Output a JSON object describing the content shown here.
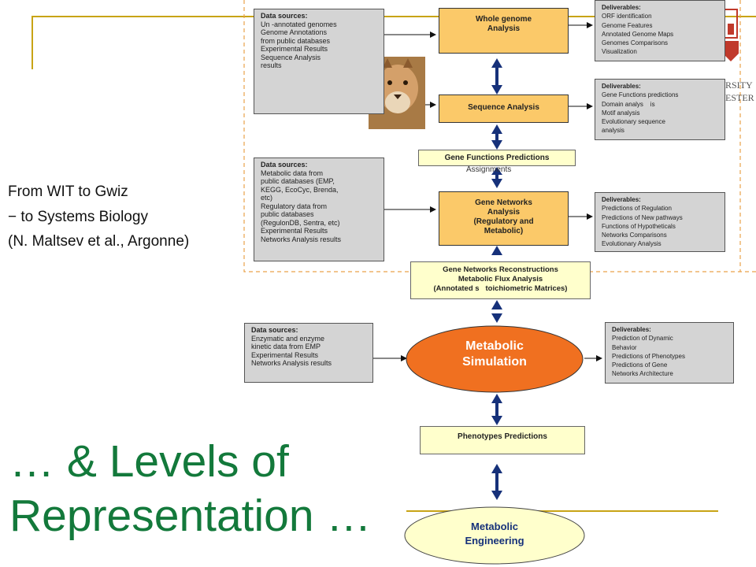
{
  "side_text": [
    "From WIT to Gwiz",
    "− to Systems Biology",
    "(N. Maltsev et al., Argonne)"
  ],
  "big_title": [
    "… & Levels of",
    "Representation …"
  ],
  "logo_fragment": [
    "RSITY",
    "ESTER"
  ],
  "sources": [
    {
      "heading": "Data sources:",
      "lines": [
        "Un -annotated genomes",
        "Genome Annotations",
        "from public databases",
        "Experimental Results",
        "Sequence Analysis",
        "results"
      ]
    },
    {
      "heading": "Data sources:",
      "lines": [
        "Metabolic data from",
        "public databases (EMP,",
        "KEGG, EcoCyc, Brenda,",
        "etc)",
        "Regulatory data from",
        "public databases",
        "(RegulonDB, Sentra, etc)",
        "Experimental Results",
        "Networks Analysis results"
      ]
    },
    {
      "heading": "Data sources:",
      "lines": [
        "Enzymatic and enzyme",
        "kinetic  data from EMP",
        "Experimental Results",
        "Networks Analysis results"
      ]
    }
  ],
  "deliverables": [
    {
      "heading": "Deliverables:",
      "lines": [
        "ORF identification",
        "Genome Features",
        "Annotated Genome Maps",
        "Genomes Comparisons",
        "Visualization"
      ]
    },
    {
      "heading": "Deliverables:",
      "lines": [
        "Gene Functions predictions",
        "Domain analys    is",
        "Motif analysis",
        "Evolutionary sequence",
        "analysis"
      ]
    },
    {
      "heading": "Deliverables:",
      "lines": [
        "Predictions of Regulation",
        "Predictions of New pathways",
        "Functions of Hypotheticals",
        "Networks Comparisons",
        "Evolutionary Analysis"
      ]
    },
    {
      "heading": "Deliverables:",
      "lines": [
        "Prediction of Dynamic",
        "Behavior",
        "Predictions of Phenotypes",
        "Predictions of Gene",
        "Networks Architecture"
      ]
    }
  ],
  "stages": {
    "whole_genome": [
      "Whole genome",
      "Analysis"
    ],
    "sequence": "Sequence Analysis",
    "gene_functions": "Gene Functions Predictions",
    "assignments": "Assignments",
    "gene_networks": [
      "Gene Networks",
      "Analysis",
      "(Regulatory and",
      "Metabolic)"
    ],
    "reconstructions": [
      "Gene Networks Reconstructions",
      "Metabolic Flux Analysis",
      "(Annotated s   toichiometric Matrices)"
    ],
    "simulation": [
      "Metabolic",
      "Simulation"
    ],
    "phenotypes": "Phenotypes Predictions",
    "engineering": [
      "Metabolic",
      "Engineering"
    ]
  },
  "colors": {
    "accent_rule": "#c8a415",
    "title_green": "#13793b",
    "stage_orange": "#fbc969",
    "simulation_orange": "#f07020",
    "box_gray": "#d4d4d4",
    "note_yellow": "#ffffcc",
    "logo_red": "#c0392b"
  }
}
